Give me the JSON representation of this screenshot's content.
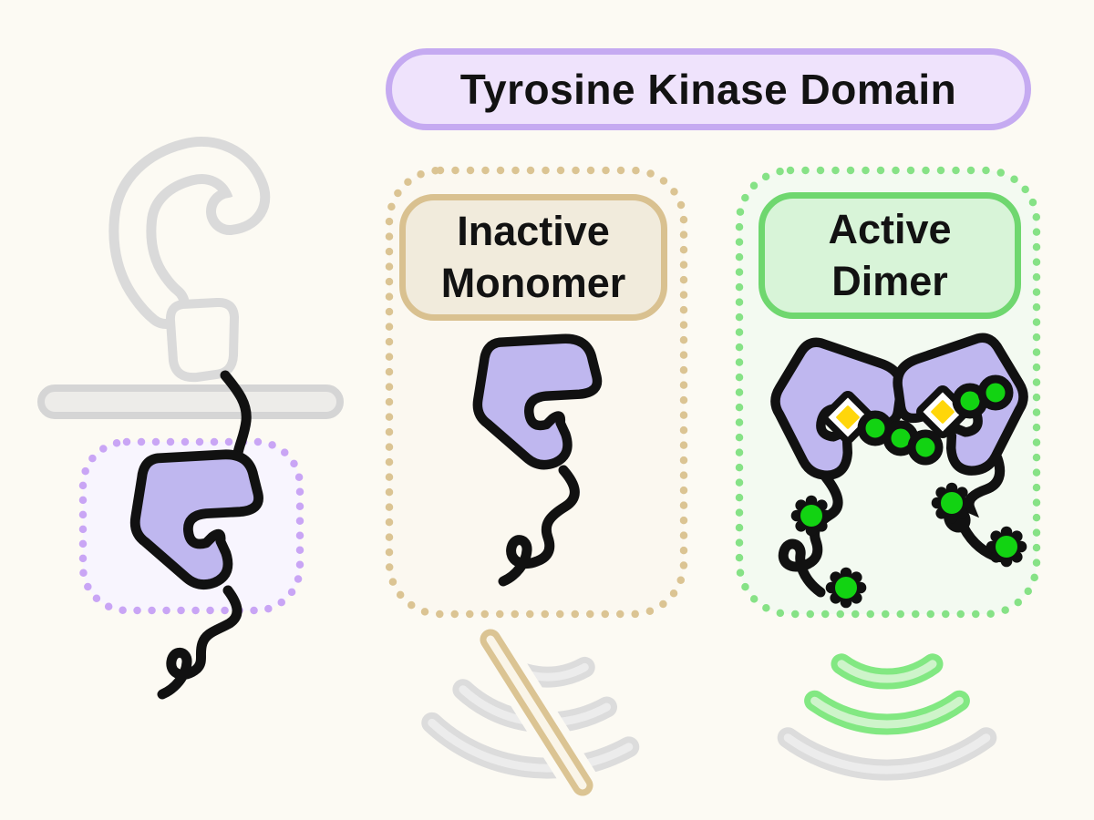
{
  "title": {
    "label": "Tyrosine Kinase Domain",
    "bg": "#EFE3FC",
    "border": "#C5AAF1"
  },
  "panels": {
    "inactive": {
      "label": "Inactive\nMonomer",
      "badge_bg": "#F1EBDC",
      "badge_border": "#D9C190",
      "panel_bg": "#FBF8F0",
      "dot_color": "#DBC493"
    },
    "active": {
      "label": "Active\nDimer",
      "badge_bg": "#D8F4D8",
      "badge_border": "#6FD76F",
      "panel_bg": "#F3FAF1",
      "dot_color": "#86E286"
    }
  },
  "receptor": {
    "kinase_fill": "#BFB7EF",
    "outline": "#111111",
    "membrane_stroke": "#D5D5D5",
    "membrane_fill": "#EDECE9",
    "extracellular_color": "#DADADA",
    "highlight_box_dot_color": "#C9A5F5",
    "highlight_box_bg": "#F8F5FE"
  },
  "molecules": {
    "phosphate_color": "#12D312",
    "atp_color": "#FFD60A"
  },
  "icons": {
    "no_signal": {
      "name": "no-signal-icon",
      "wave_color": "#DCDCDC",
      "slash_color": "#DBC493"
    },
    "signal": {
      "name": "signal-icon",
      "active_wave_color": "#82E882",
      "muted_wave_color": "#DCDCDC"
    }
  },
  "background": "#FCFAF3"
}
